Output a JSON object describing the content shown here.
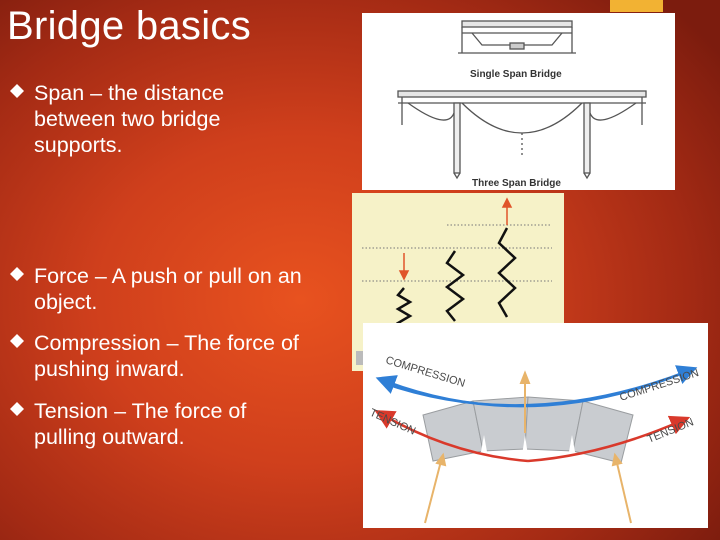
{
  "slide": {
    "title": "Bridge basics",
    "accent_color": "#f2b233"
  },
  "bullets": [
    {
      "lines": [
        "Span – the distance",
        "between two bridge",
        "supports."
      ]
    },
    {
      "lines": [
        "Force – A push or pull on an",
        "object."
      ]
    },
    {
      "lines": [
        "Compression – The force of",
        "pushing inward."
      ]
    },
    {
      "lines": [
        "Tension – The force of",
        "pulling outward."
      ]
    }
  ],
  "span_diagram": {
    "caption_single": "Single Span Bridge",
    "caption_three": "Three Span Bridge"
  },
  "force_diagram": {
    "background": "#f6f2c8",
    "arrow_color": "#e0552a"
  },
  "arch_diagram": {
    "label_compression_left": "COMPRESSION",
    "label_compression_right": "COMPRESSION",
    "label_tension_left": "TENSION",
    "label_tension_right": "TENSION",
    "compression_color": "#2f7fd6",
    "tension_color": "#d9392b"
  }
}
